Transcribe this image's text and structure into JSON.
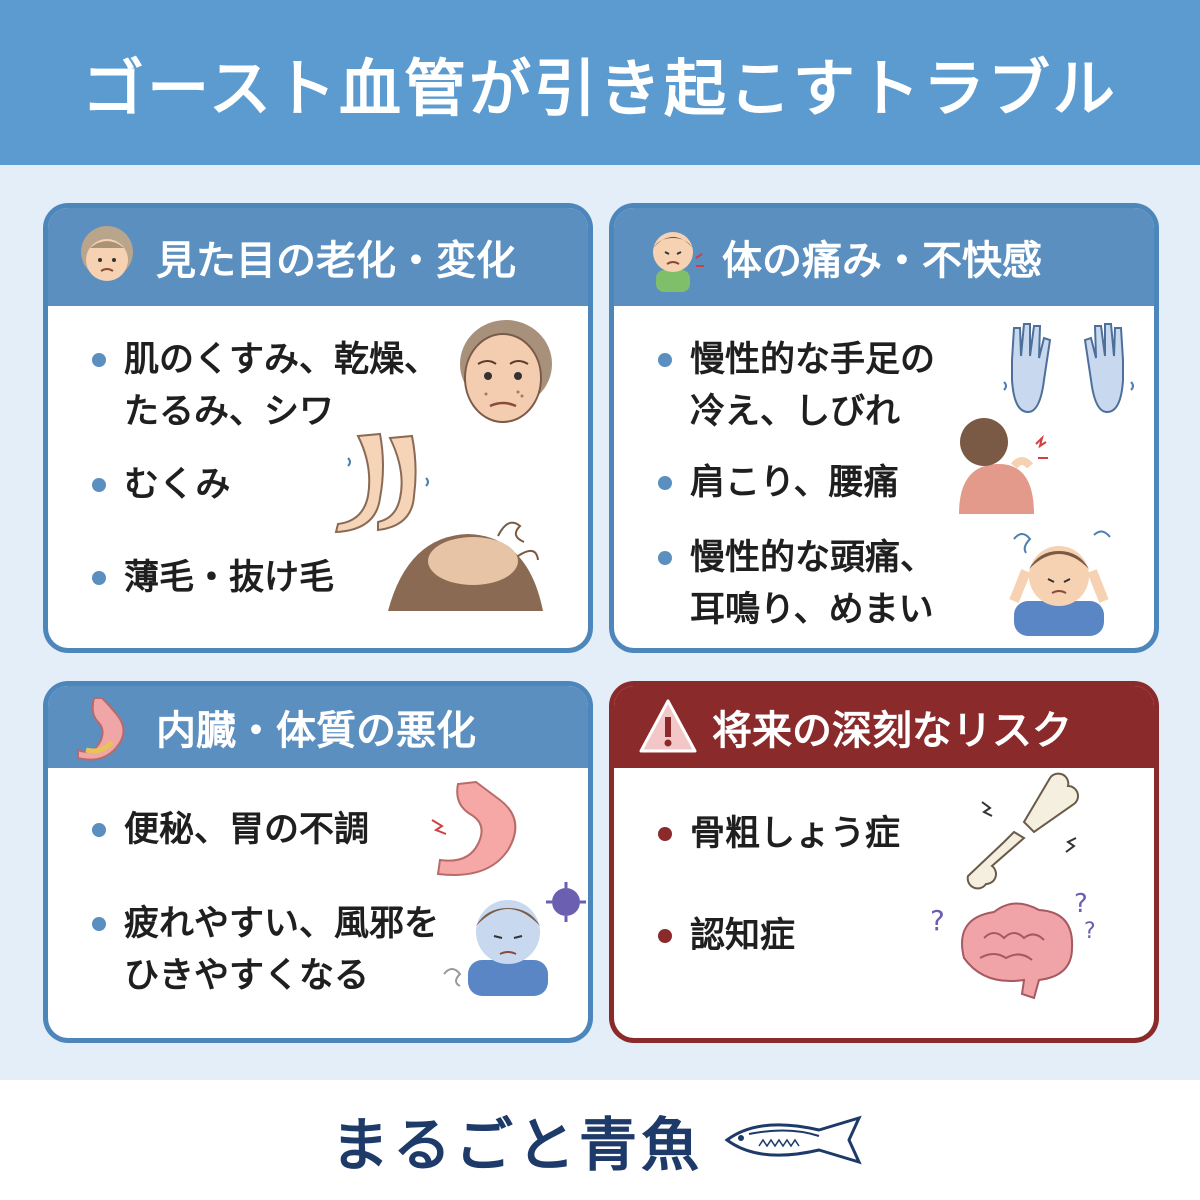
{
  "title": "ゴースト血管が引き起こすトラブル",
  "panels": [
    {
      "heading": "見た目の老化・変化",
      "items": [
        "肌のくすみ、乾燥、\nたるみ、シワ",
        "むくみ",
        "薄毛・抜け毛"
      ]
    },
    {
      "heading": "体の痛み・不快感",
      "items": [
        "慢性的な手足の\n冷え、しびれ",
        "肩こり、腰痛",
        "慢性的な頭痛、\n耳鳴り、めまい"
      ]
    },
    {
      "heading": "内臓・体質の悪化",
      "items": [
        "便秘、胃の不調",
        "疲れやすい、風邪を\nひきやすくなる"
      ]
    },
    {
      "heading": "将来の深刻なリスク",
      "items": [
        "骨粗しょう症",
        "認知症"
      ]
    }
  ],
  "brand": "まるごと青魚",
  "colors": {
    "header": "#5b9bd0",
    "panel_blue": "#5a8fc0",
    "panel_red": "#8a2a2a",
    "background": "#e3eef8"
  },
  "icons": [
    "elderly-woman-icon",
    "sad-boy-icon",
    "stomach-icon",
    "warning-icon"
  ]
}
